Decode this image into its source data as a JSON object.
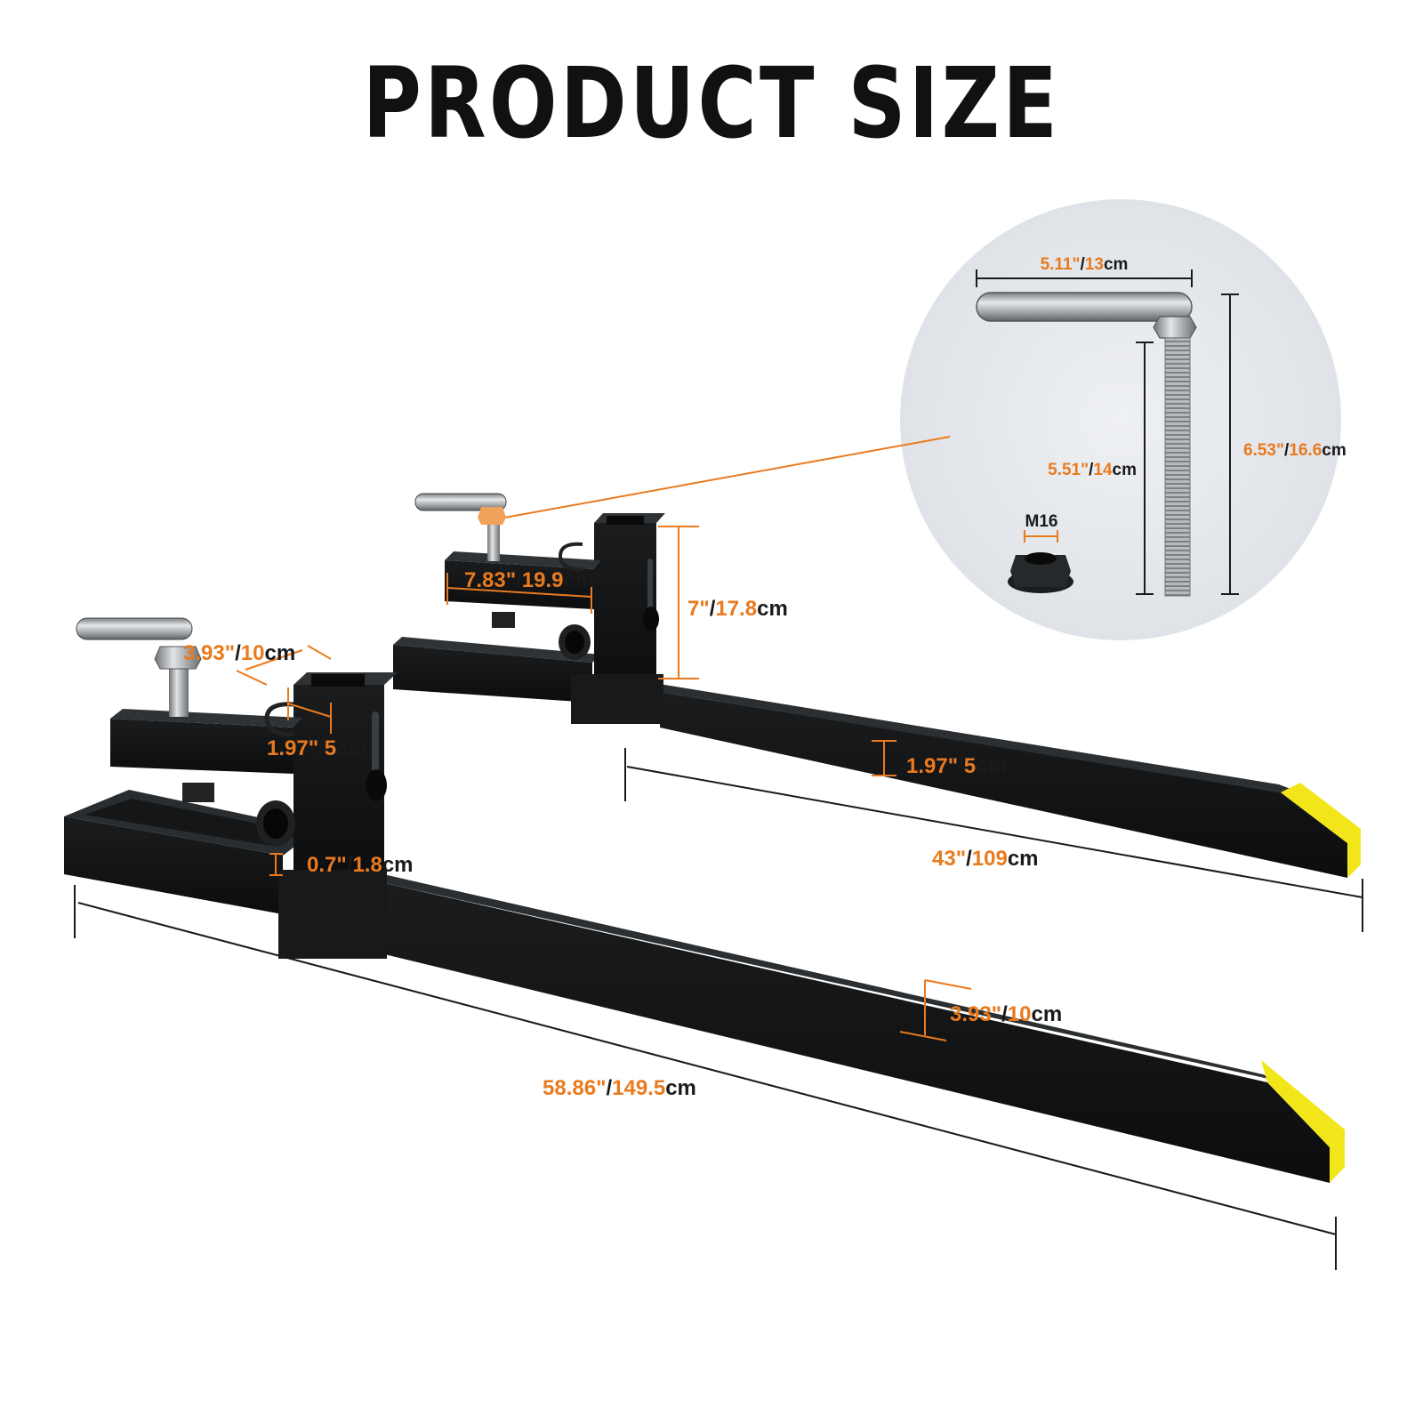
{
  "title": "PRODUCT SIZE",
  "colors": {
    "accent": "#ea7a1e",
    "steel": "#1d1f20",
    "tip": "#f2e61a",
    "inset_bg": "#e3e6ea"
  },
  "dimensions": {
    "inner_width": {
      "in": "7.83",
      "q": "\"",
      "sep": "/",
      "cm": "19.9",
      "unit": "cm"
    },
    "height": {
      "in": "7",
      "q": "\"",
      "sep": "/",
      "cm": "17.8",
      "unit": "cm"
    },
    "short_fork_height": {
      "in": "1.97",
      "q": "\"",
      "sep": "/",
      "cm": "5",
      "unit": "cm"
    },
    "short_fork_length": {
      "in": "43",
      "q": "\"",
      "sep": "/",
      "cm": "109",
      "unit": "cm"
    },
    "top_width": {
      "in": "3.93",
      "q": "\"",
      "sep": "/",
      "cm": "10",
      "unit": "cm"
    },
    "tube_width": {
      "in": "1.97",
      "q": "\"",
      "sep": "/",
      "cm": "5",
      "unit": "cm"
    },
    "offset": {
      "in": "0.7",
      "q": "\"",
      "sep": "/",
      "cm": "1.8",
      "unit": "cm"
    },
    "fork_height": {
      "in": "3.93",
      "q": "\"",
      "sep": "/",
      "cm": "10",
      "unit": "cm"
    },
    "fork_length": {
      "in": "58.86",
      "q": "\"",
      "sep": "/",
      "cm": "149.5",
      "unit": "cm"
    }
  },
  "bolt_detail": {
    "handle": {
      "in": "5.11",
      "q": "\"",
      "sep": "/",
      "cm": "13",
      "unit": "cm"
    },
    "thread": {
      "in": "5.51",
      "q": "\"",
      "sep": "/",
      "cm": "14",
      "unit": "cm"
    },
    "overall": {
      "in": "6.53",
      "q": "\"",
      "sep": "/",
      "cm": "16.6",
      "unit": "cm"
    },
    "nut_label": "M16"
  }
}
